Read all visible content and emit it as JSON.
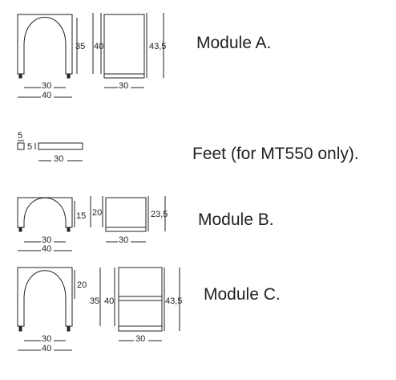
{
  "modules": [
    {
      "title": "Module A.",
      "front_dims": {
        "inner_width": "30",
        "outer_width": "40",
        "arch_height": "35",
        "height": "40"
      },
      "side_dims": {
        "depth": "30",
        "height": "43,5"
      }
    },
    {
      "title": "Feet (for MT550 only).",
      "foot_dims": {
        "square_size_top": "5",
        "square_size_side": "5",
        "length": "30"
      }
    },
    {
      "title": "Module B.",
      "front_dims": {
        "inner_width": "30",
        "outer_width": "40",
        "arch_height": "15",
        "height": "20"
      },
      "side_dims": {
        "depth": "30",
        "height": "23,5"
      }
    },
    {
      "title": "Module C.",
      "front_dims": {
        "inner_width": "30",
        "outer_width": "40",
        "upper_height": "20",
        "arch_height": "35",
        "height": "40"
      },
      "side_dims": {
        "depth": "30",
        "height": "43,5"
      }
    }
  ],
  "colors": {
    "line": "#222222",
    "background": "#ffffff"
  }
}
